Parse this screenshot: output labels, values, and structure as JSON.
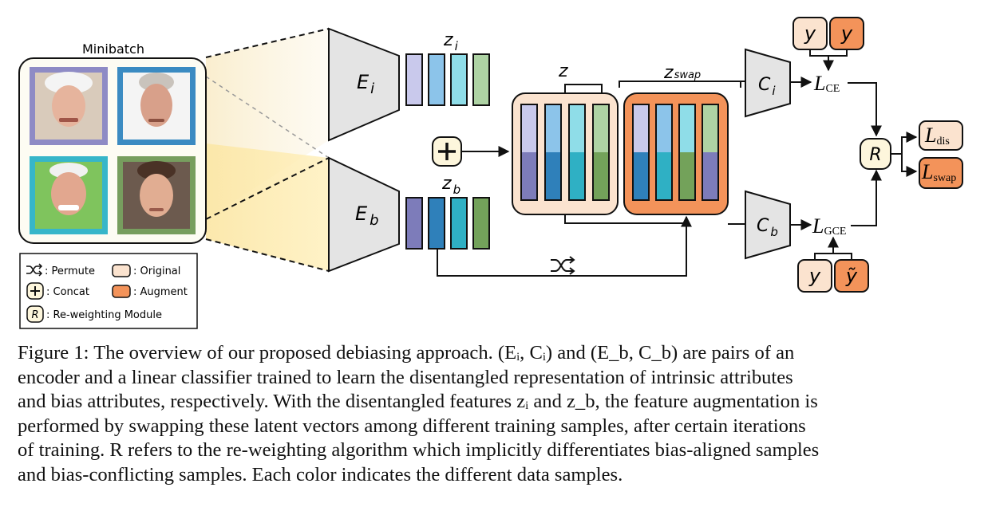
{
  "diagram": {
    "minibatch_title": "Minibatch",
    "encoder_i": {
      "main": "E",
      "sub": "i"
    },
    "encoder_b": {
      "main": "E",
      "sub": "b"
    },
    "feature_i": {
      "main": "z",
      "sub": "i"
    },
    "feature_b": {
      "main": "z",
      "sub": "b"
    },
    "z_label": "z",
    "zswap_label": {
      "main": "z",
      "sub": "swap"
    },
    "concat_symbol": "+",
    "classifier_i": {
      "main": "C",
      "sub": "i"
    },
    "classifier_b": {
      "main": "C",
      "sub": "b"
    },
    "loss_ce": {
      "main": "L",
      "sub": "CE"
    },
    "loss_gce": {
      "main": "L",
      "sub": "GCE"
    },
    "loss_dis": {
      "main": "L",
      "sub": "dis"
    },
    "loss_swap": {
      "main": "L",
      "sub": "swap"
    },
    "reweight_label": "R",
    "label_y": "y",
    "label_y_tilde": "ỹ",
    "legend": {
      "permute": ": Permute",
      "original": ": Original",
      "concat": ": Concat",
      "augment": ": Augment",
      "reweight": ": Re-weighting Module"
    },
    "colors": {
      "original": "#fbe3cf",
      "augment": "#f3935a",
      "purple": "#8f8cc6",
      "blue": "#3b8bc2",
      "teal": "#37b6c9",
      "green": "#779e5e",
      "encoder_fill": "#e4e4e4"
    }
  },
  "caption": {
    "lines": [
      "Figure 1: The overview of our proposed debiasing approach. (Eᵢ, Cᵢ) and (E_b, C_b) are pairs of an",
      "encoder and a linear classifier trained to learn the disentangled representation of intrinsic attributes",
      "and bias attributes, respectively. With the disentangled features zᵢ and z_b, the feature augmentation is",
      "performed by swapping these latent vectors among different training samples, after certain iterations",
      "of training. R refers to the re-weighting algorithm which implicitly differentiates bias-aligned samples",
      "and bias-conflicting samples. Each color indicates the different data samples."
    ]
  }
}
